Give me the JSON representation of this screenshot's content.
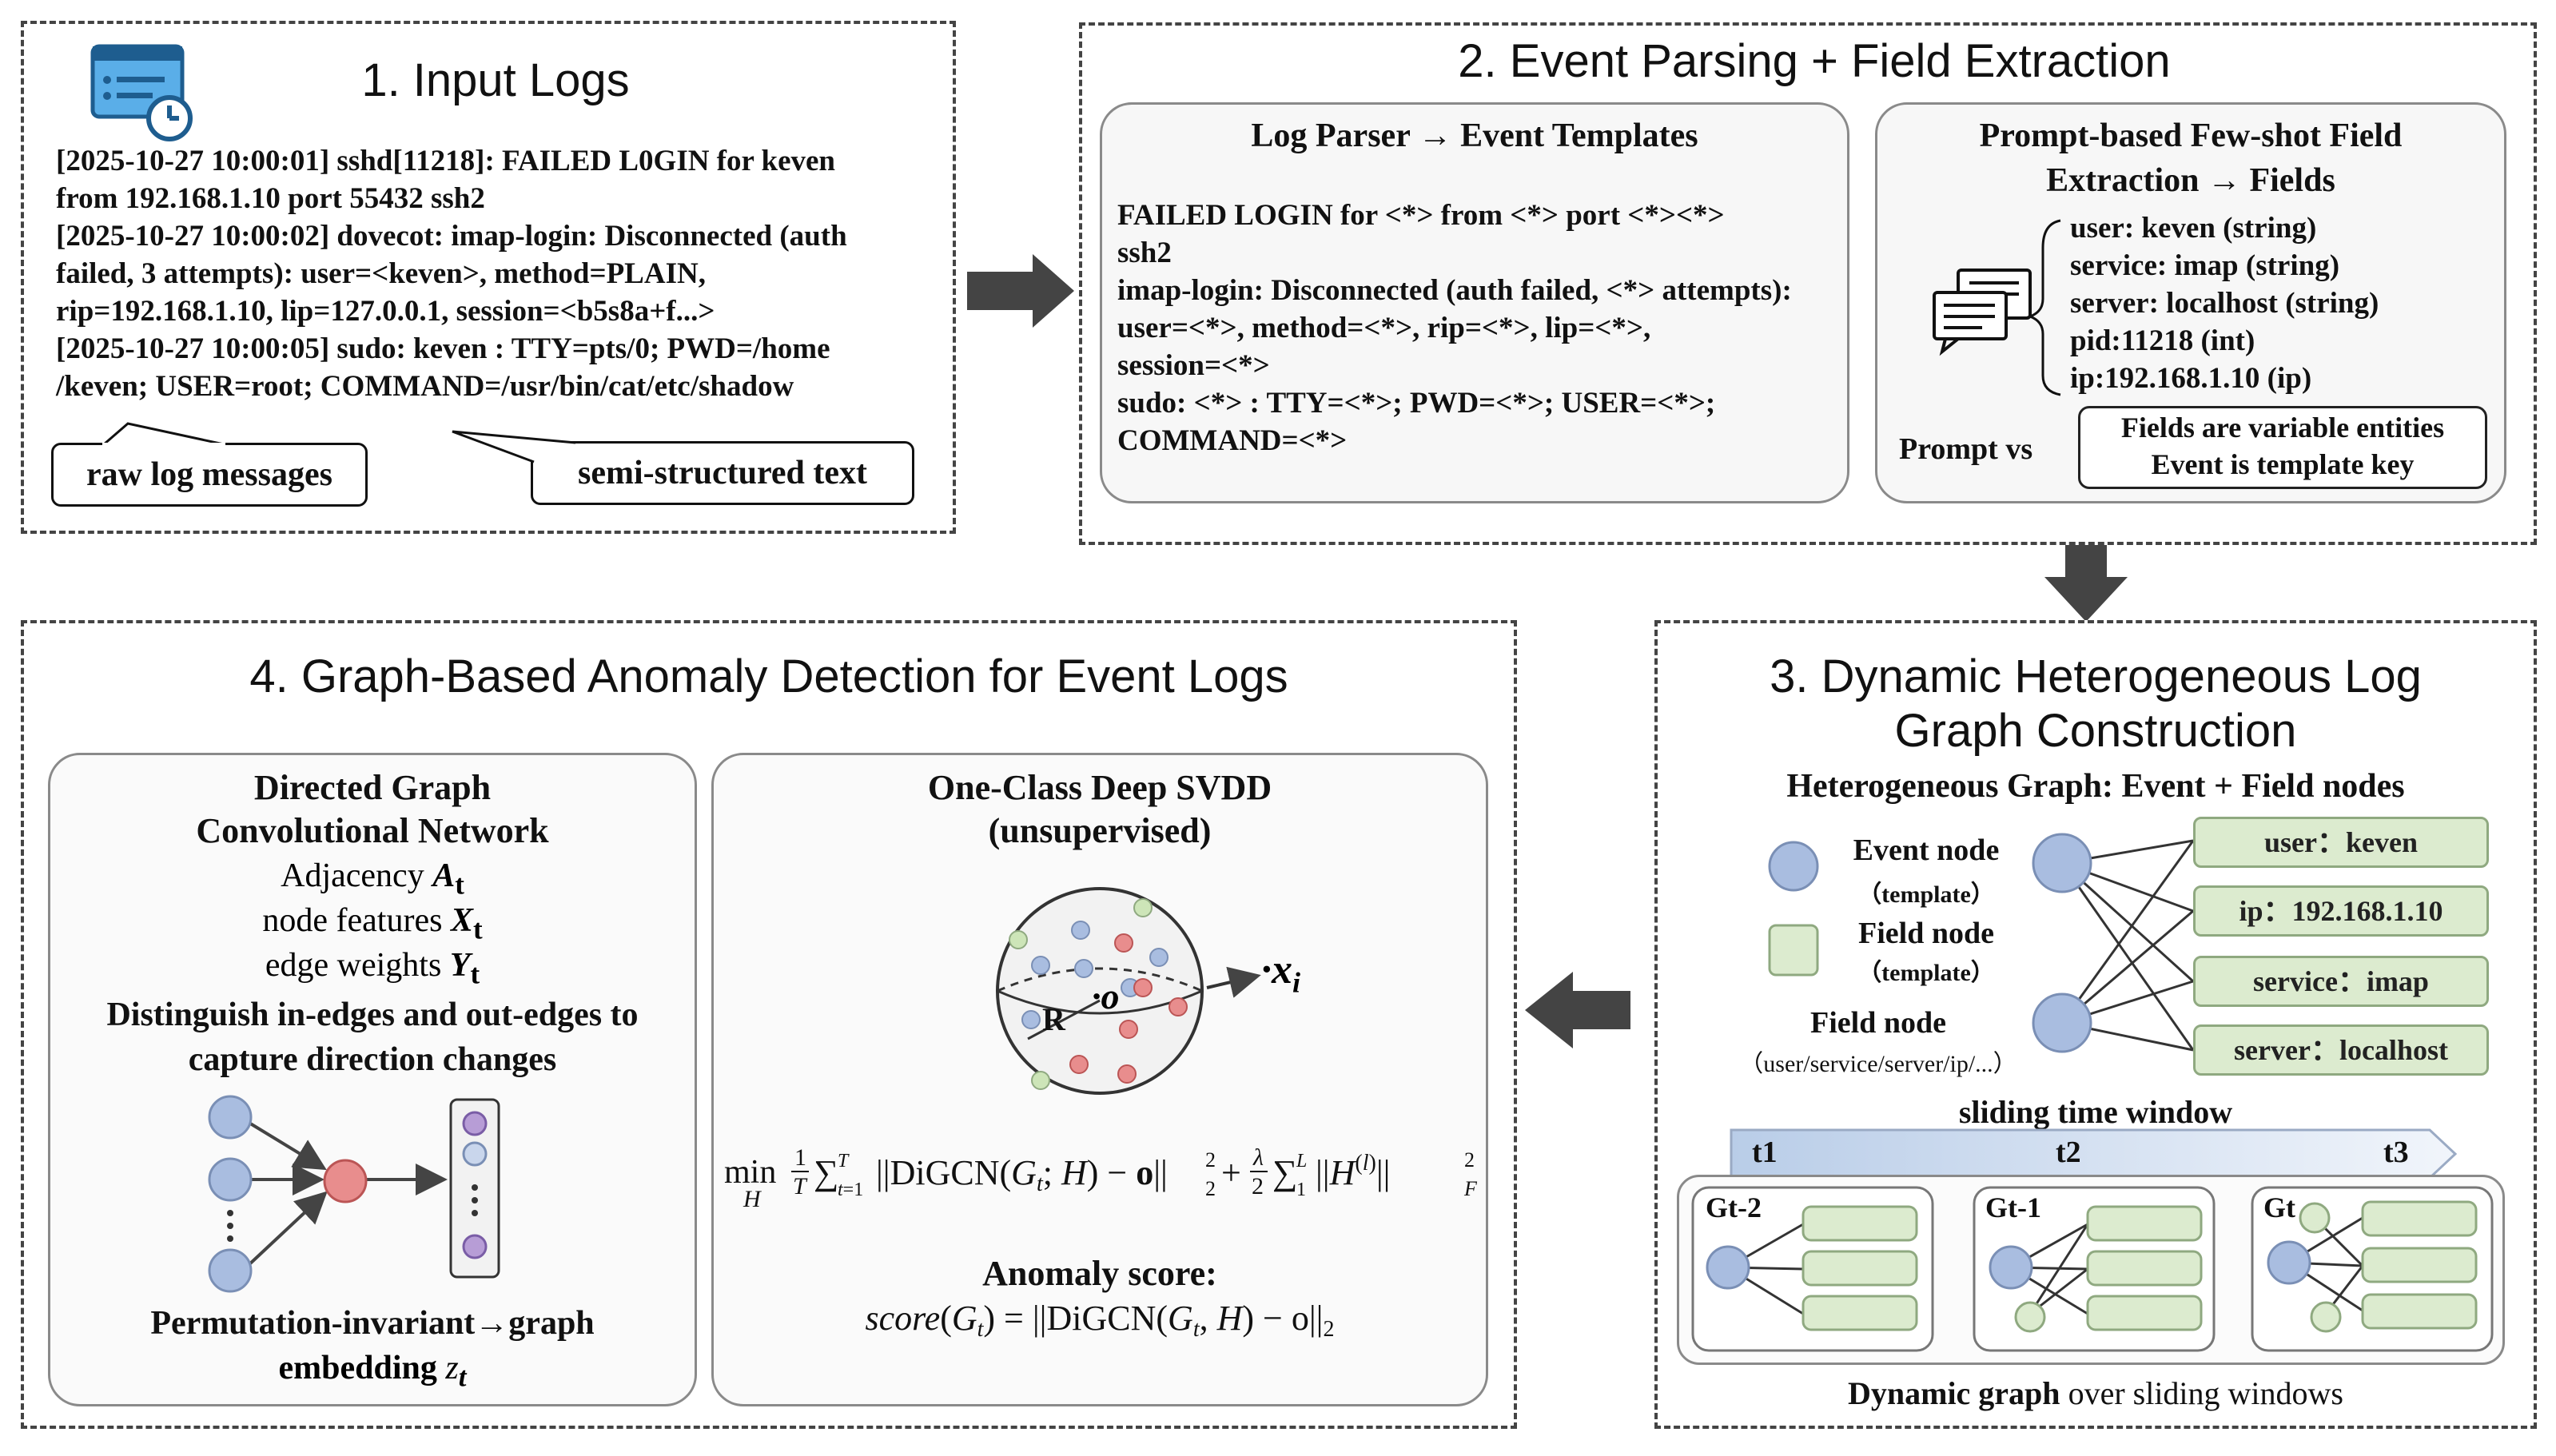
{
  "panel1": {
    "title": "1. Input Logs",
    "log_lines": [
      "[2025-10-27 10:00:01]  sshd[11218]: FAILED L0GIN for keven",
      "from 192.168.1.10 port 55432 ssh2",
      "[2025-10-27 10:00:02]  dovecot: imap-login: Disconnected (auth",
      "failed, 3 attempts): user=<keven>, method=PLAIN,",
      "rip=192.168.1.10, lip=127.0.0.1, session=<b5s8a+f...>",
      "[2025-10-27 10:00:05] sudo: keven : TTY=pts/0; PWD=/home",
      "/keven; USER=root; COMMAND=/usr/bin/cat/etc/shadow"
    ],
    "callout_left": "raw log messages",
    "callout_right": "semi-structured text"
  },
  "panel2": {
    "title": "2. Event Parsing + Field Extraction",
    "parser_title": "Log Parser → Event Templates",
    "templates": [
      "FAILED LOGIN for <*> from <*> port <*><*>",
      "ssh2",
      "imap-login: Disconnected (auth failed, <*> attempts):",
      "user=<*>, method=<*>, rip=<*>, lip=<*>,",
      "session=<*>",
      "sudo: <*> : TTY=<*>; PWD=<*>; USER=<*>;",
      "COMMAND=<*>"
    ],
    "fewshot_title_1": "Prompt-based Few-shot Field",
    "fewshot_title_2": "Extraction → Fields",
    "fields": [
      "user: keven (string)",
      "service: imap (string)",
      "server: localhost (string)",
      "pid:11218 (int)",
      "ip:192.168.1.10 (ip)"
    ],
    "prompt_label": "Prompt  vs",
    "note_line1": "Fields are variable entities",
    "note_line2": "Event is template key"
  },
  "panel3": {
    "title_line1": "3. Dynamic Heterogeneous Log",
    "title_line2": "Graph Construction",
    "subtitle": "Heterogeneous Graph:  Event + Field nodes",
    "legend_event": "Event node",
    "legend_event_sub": "（template）",
    "legend_field": "Field node",
    "legend_field_sub": "（template）",
    "legend_field2": "Field node",
    "legend_field2_sub": "（user/service/server/ip/...）",
    "field_pills": [
      "user：keven",
      "ip：192.168.1.10",
      "service：imap",
      "server：localhost"
    ],
    "window_label": "sliding time window",
    "ticks": [
      "t1",
      "t2",
      "t3"
    ],
    "graphs": [
      "Gt-2",
      "Gt-1",
      "Gt"
    ],
    "caption_bold": "Dynamic graph",
    "caption_rest": " over sliding windows"
  },
  "panel4": {
    "title": "4. Graph-Based Anomaly Detection for Event Logs",
    "gcn_title_1": "Directed Graph",
    "gcn_title_2": "Convolutional Network",
    "adj": "Adjacency ",
    "adj_sym": "A",
    "feat": "node features ",
    "feat_sym": "X",
    "edge": "edge weights ",
    "edge_sym": "Y",
    "sub_t": "t",
    "distinguish_1": "Distinguish in-edges and out-edges to",
    "distinguish_2": "capture direction changes",
    "perm_1": "Permutation-invariant→graph",
    "perm_2": "embedding ",
    "perm_sym": "z",
    "svdd_title_1": "One-Class Deep SVDD",
    "svdd_title_2": "(unsupervised)",
    "center_label": "·o",
    "radius_label": "R",
    "point_label": "·x",
    "point_sub": "i",
    "objective": "min (1/T) Σ ||DiGCN(Gt; H) − o||² + (λ/2) Σ ||H(l)||²",
    "score_title": "Anomaly score:",
    "score_formula": "score(Gt) = ||DiGCN(Gt, H) − o||2"
  },
  "colors": {
    "event_node": "#a9bde0",
    "field_node": "#dcebcf",
    "anomaly_node": "#e88d8d",
    "embed_node": "#b79dd6",
    "arrow": "#444444"
  }
}
